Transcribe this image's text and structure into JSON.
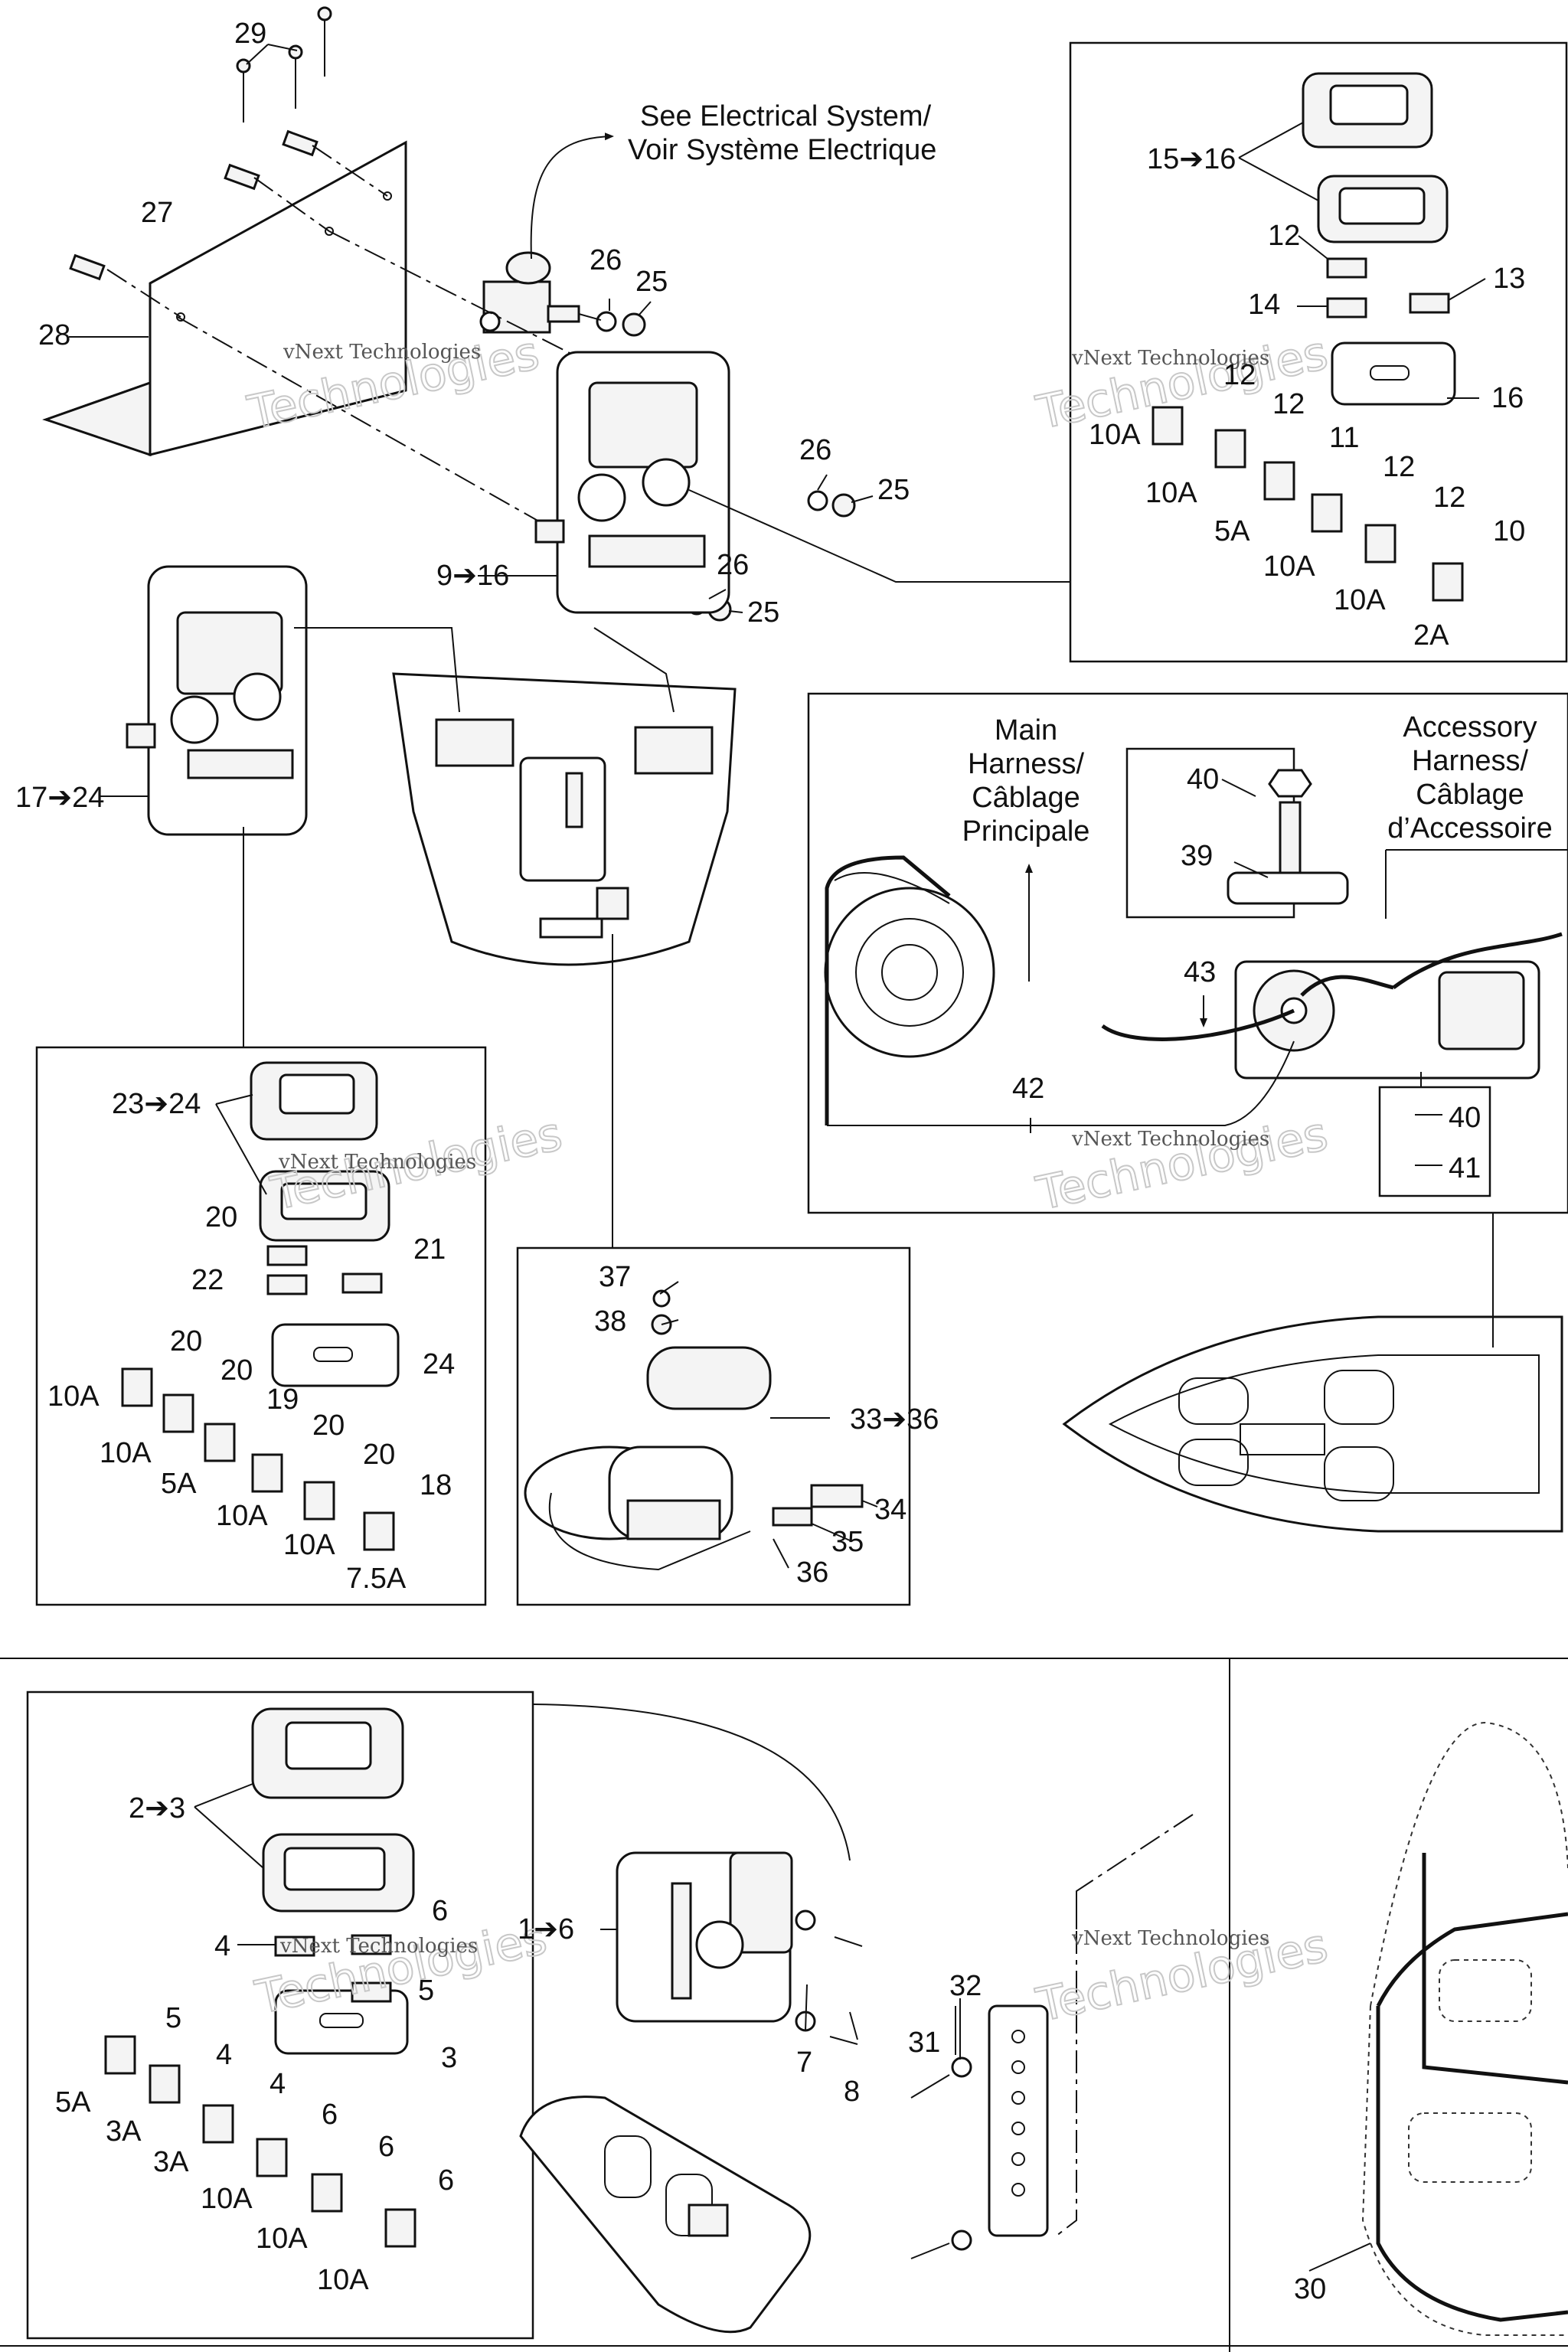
{
  "title_note": {
    "line1": "See Electrical System/",
    "line2": "Voir Système Electrique"
  },
  "harness": {
    "main": [
      "Main",
      "Harness/",
      "Câblage",
      "Principale"
    ],
    "accessory": [
      "Accessory",
      "Harness/",
      "Câblage",
      "d’Accessoire"
    ]
  },
  "watermark": {
    "brand": "vNext Technologies",
    "outline": "Technologies",
    "top": "vNext"
  },
  "labels": {
    "l29": "29",
    "l27": "27",
    "l28": "28",
    "l26a": "26",
    "l25a": "25",
    "l26b": "26",
    "l25b": "25",
    "l26c": "26",
    "l25c": "25",
    "l9_16": "9➔16",
    "l17_24": "17➔24",
    "l15_16": "15➔16",
    "l12a": "12",
    "l13": "13",
    "l14": "14",
    "l12b": "12",
    "l16": "16",
    "l10A_a": "10A",
    "l12c": "12",
    "l10A_b": "10A",
    "l11": "11",
    "l5A_a": "5A",
    "l12d": "12",
    "l10A_c": "10A",
    "l12e": "12",
    "l10A_d": "10A",
    "l10": "10",
    "l2A": "2A",
    "l40a": "40",
    "l39": "39",
    "l43": "43",
    "l42": "42",
    "l40b": "40",
    "l41": "41",
    "l23_24": "23➔24",
    "l20a": "20",
    "l21": "21",
    "l22": "22",
    "l24": "24",
    "l20b": "20",
    "l10A_e": "10A",
    "l20c": "20",
    "l10A_f": "10A",
    "l19": "19",
    "l5A_b": "5A",
    "l20d": "20",
    "l10A_g": "10A",
    "l20e": "20",
    "l10A_h": "10A",
    "l18": "18",
    "l7_5A": "7.5A",
    "l37": "37",
    "l38": "38",
    "l33_36": "33➔36",
    "l34": "34",
    "l35": "35",
    "l36": "36",
    "l2_3": "2➔3",
    "l4a": "4",
    "l6a": "6",
    "l5a": "5",
    "l3": "3",
    "l5b": "5",
    "l5A_c": "5A",
    "l4b": "4",
    "l3A_a": "3A",
    "l4c": "4",
    "l3A_b": "3A",
    "l6b": "6",
    "l10A_i": "10A",
    "l6c": "6",
    "l10A_j": "10A",
    "l6d": "6",
    "l10A_k": "10A",
    "l1_6": "1➔6",
    "l7": "7",
    "l8": "8",
    "l31": "31",
    "l32": "32",
    "l30": "30"
  }
}
